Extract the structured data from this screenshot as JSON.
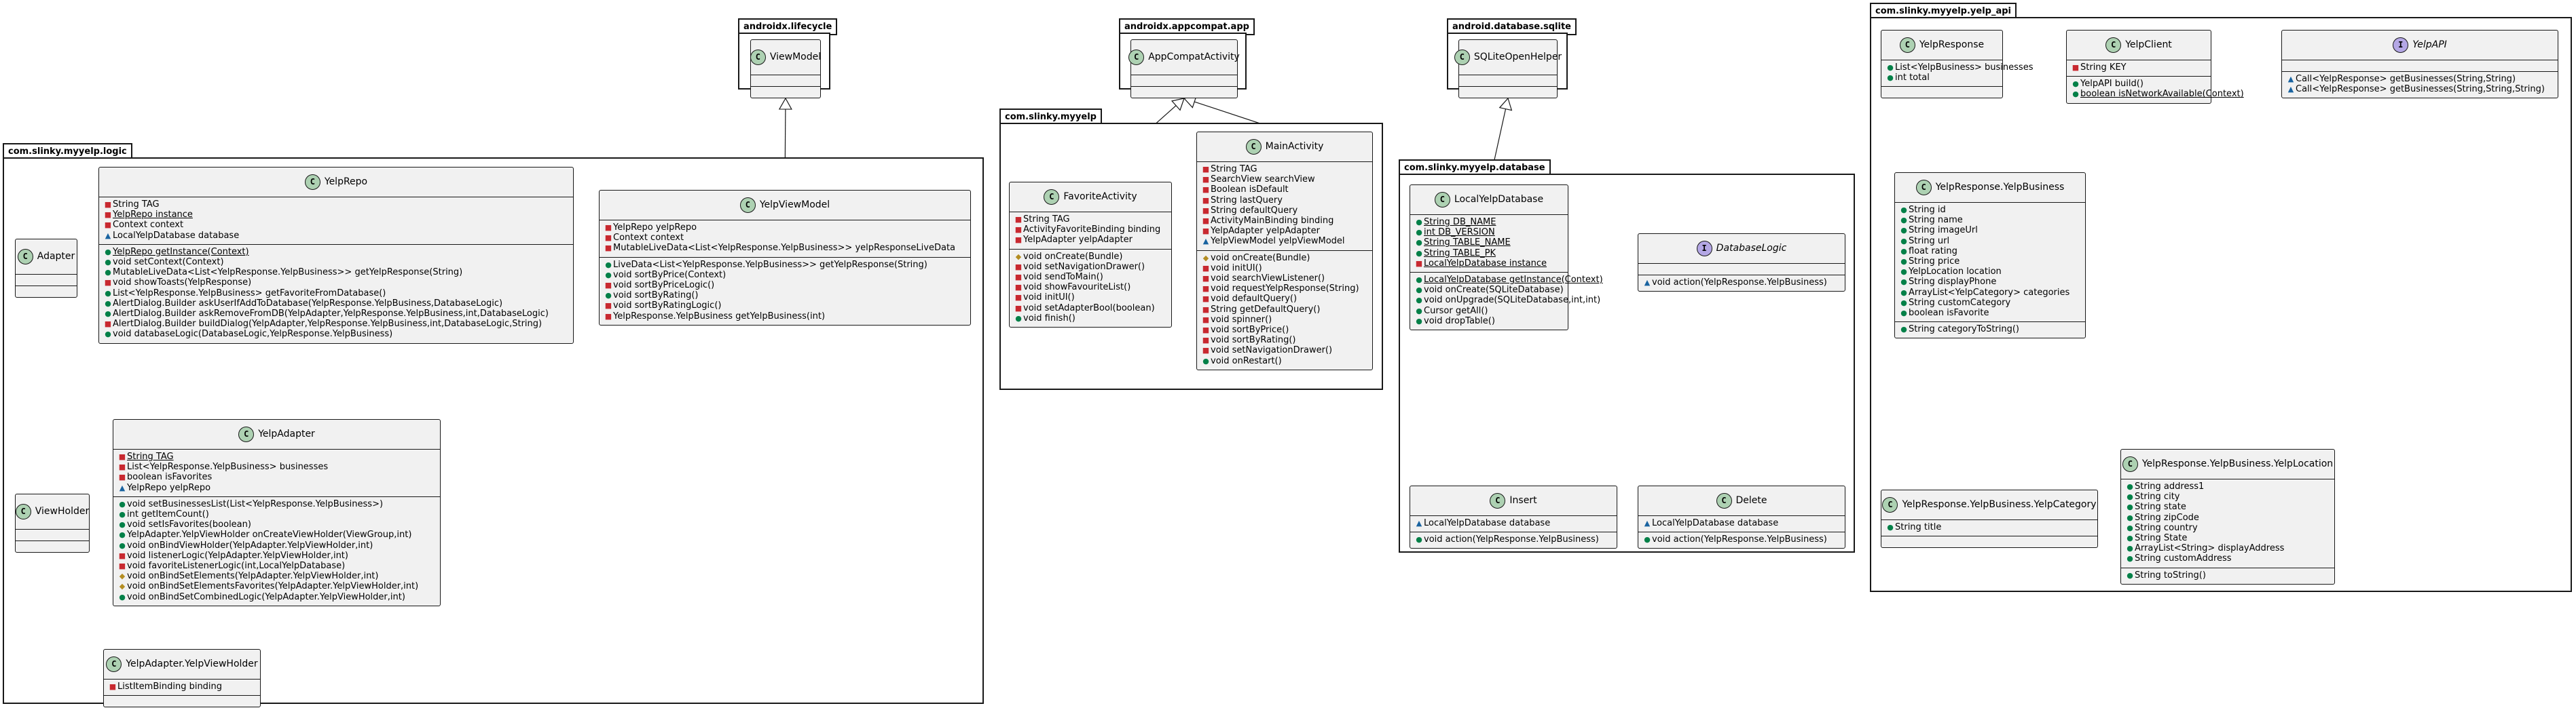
{
  "packages": {
    "androidx_lifecycle": "androidx.lifecycle",
    "androidx_appcompat": "androidx.appcompat.app",
    "android_database_sqlite": "android.database.sqlite",
    "yelp_api": "com.slinky.myyelp.yelp_api",
    "logic": "com.slinky.myyelp.logic",
    "myyelp": "com.slinky.myyelp",
    "database": "com.slinky.myyelp.database"
  },
  "classes": {
    "ViewModel": {
      "name": "ViewModel",
      "badge": "C",
      "fields": [],
      "methods": []
    },
    "AppCompatActivity": {
      "name": "AppCompatActivity",
      "badge": "C",
      "fields": [],
      "methods": []
    },
    "SQLiteOpenHelper": {
      "name": "SQLiteOpenHelper",
      "badge": "C",
      "fields": [],
      "methods": []
    },
    "Adapter": {
      "name": "Adapter",
      "badge": "C",
      "fields": [],
      "methods": []
    },
    "ViewHolder": {
      "name": "ViewHolder",
      "badge": "C",
      "fields": [],
      "methods": []
    },
    "YelpRepo": {
      "name": "YelpRepo",
      "badge": "C",
      "fields": [
        {
          "v": "-",
          "t": "String TAG"
        },
        {
          "v": "-",
          "t": "YelpRepo instance",
          "s": true
        },
        {
          "v": "-",
          "t": "Context context"
        },
        {
          "v": "~",
          "t": "LocalYelpDatabase database"
        }
      ],
      "methods": [
        {
          "v": "+",
          "t": "YelpRepo getInstance(Context)",
          "s": true
        },
        {
          "v": "+",
          "t": "void setContext(Context)"
        },
        {
          "v": "+",
          "t": "MutableLiveData<List<YelpResponse.YelpBusiness>> getYelpResponse(String)"
        },
        {
          "v": "-",
          "t": "void showToasts(YelpResponse)"
        },
        {
          "v": "+",
          "t": "List<YelpResponse.YelpBusiness> getFavoriteFromDatabase()"
        },
        {
          "v": "+",
          "t": "AlertDialog.Builder askUserIfAddToDatabase(YelpResponse.YelpBusiness,DatabaseLogic)"
        },
        {
          "v": "+",
          "t": "AlertDialog.Builder askRemoveFromDB(YelpAdapter,YelpResponse.YelpBusiness,int,DatabaseLogic)"
        },
        {
          "v": "-",
          "t": "AlertDialog.Builder buildDialog(YelpAdapter,YelpResponse.YelpBusiness,int,DatabaseLogic,String)"
        },
        {
          "v": "+",
          "t": "void databaseLogic(DatabaseLogic,YelpResponse.YelpBusiness)"
        }
      ]
    },
    "YelpViewModel": {
      "name": "YelpViewModel",
      "badge": "C",
      "fields": [
        {
          "v": "-",
          "t": "YelpRepo yelpRepo"
        },
        {
          "v": "-",
          "t": "Context context"
        },
        {
          "v": "-",
          "t": "MutableLiveData<List<YelpResponse.YelpBusiness>> yelpResponseLiveData"
        }
      ],
      "methods": [
        {
          "v": "+",
          "t": "LiveData<List<YelpResponse.YelpBusiness>> getYelpResponse(String)"
        },
        {
          "v": "+",
          "t": "void sortByPrice(Context)"
        },
        {
          "v": "-",
          "t": "void sortByPriceLogic()"
        },
        {
          "v": "+",
          "t": "void sortByRating()"
        },
        {
          "v": "-",
          "t": "void sortByRatingLogic()"
        },
        {
          "v": "-",
          "t": "YelpResponse.YelpBusiness getYelpBusiness(int)"
        }
      ]
    },
    "YelpAdapter": {
      "name": "YelpAdapter",
      "badge": "C",
      "fields": [
        {
          "v": "-",
          "t": "String TAG",
          "s": true
        },
        {
          "v": "-",
          "t": "List<YelpResponse.YelpBusiness> businesses"
        },
        {
          "v": "-",
          "t": "boolean isFavorites"
        },
        {
          "v": "~",
          "t": "YelpRepo yelpRepo"
        }
      ],
      "methods": [
        {
          "v": "+",
          "t": "void setBusinessesList(List<YelpResponse.YelpBusiness>)"
        },
        {
          "v": "+",
          "t": "int getItemCount()"
        },
        {
          "v": "+",
          "t": "void setIsFavorites(boolean)"
        },
        {
          "v": "+",
          "t": "YelpAdapter.YelpViewHolder onCreateViewHolder(ViewGroup,int)"
        },
        {
          "v": "+",
          "t": "void onBindViewHolder(YelpAdapter.YelpViewHolder,int)"
        },
        {
          "v": "-",
          "t": "void listenerLogic(YelpAdapter.YelpViewHolder,int)"
        },
        {
          "v": "-",
          "t": "void favoriteListenerLogic(int,LocalYelpDatabase)"
        },
        {
          "v": "#",
          "t": "void onBindSetElements(YelpAdapter.YelpViewHolder,int)"
        },
        {
          "v": "#",
          "t": "void onBindSetElementsFavorites(YelpAdapter.YelpViewHolder,int)"
        },
        {
          "v": "+",
          "t": "void onBindSetCombinedLogic(YelpAdapter.YelpViewHolder,int)"
        }
      ]
    },
    "YelpViewHolder": {
      "name": "YelpAdapter.YelpViewHolder",
      "badge": "C",
      "fields": [
        {
          "v": "-",
          "t": "ListItemBinding binding"
        }
      ],
      "methods": []
    },
    "FavoriteActivity": {
      "name": "FavoriteActivity",
      "badge": "C",
      "fields": [
        {
          "v": "-",
          "t": "String TAG"
        },
        {
          "v": "-",
          "t": "ActivityFavoriteBinding binding"
        },
        {
          "v": "-",
          "t": "YelpAdapter yelpAdapter"
        }
      ],
      "methods": [
        {
          "v": "#",
          "t": "void onCreate(Bundle)"
        },
        {
          "v": "-",
          "t": "void setNavigationDrawer()"
        },
        {
          "v": "-",
          "t": "void sendToMain()"
        },
        {
          "v": "-",
          "t": "void showFavouriteList()"
        },
        {
          "v": "-",
          "t": "void initUI()"
        },
        {
          "v": "-",
          "t": "void setAdapterBool(boolean)"
        },
        {
          "v": "+",
          "t": "void finish()"
        }
      ]
    },
    "MainActivity": {
      "name": "MainActivity",
      "badge": "C",
      "fields": [
        {
          "v": "-",
          "t": "String TAG"
        },
        {
          "v": "-",
          "t": "SearchView searchView"
        },
        {
          "v": "-",
          "t": "Boolean isDefault"
        },
        {
          "v": "-",
          "t": "String lastQuery"
        },
        {
          "v": "-",
          "t": "String defaultQuery"
        },
        {
          "v": "-",
          "t": "ActivityMainBinding binding"
        },
        {
          "v": "-",
          "t": "YelpAdapter yelpAdapter"
        },
        {
          "v": "~",
          "t": "YelpViewModel yelpViewModel"
        }
      ],
      "methods": [
        {
          "v": "#",
          "t": "void onCreate(Bundle)"
        },
        {
          "v": "-",
          "t": "void initUI()"
        },
        {
          "v": "-",
          "t": "void searchViewListener()"
        },
        {
          "v": "-",
          "t": "void requestYelpResponse(String)"
        },
        {
          "v": "-",
          "t": "void defaultQuery()"
        },
        {
          "v": "-",
          "t": "String getDefaultQuery()"
        },
        {
          "v": "-",
          "t": "void spinner()"
        },
        {
          "v": "-",
          "t": "void sortByPrice()"
        },
        {
          "v": "-",
          "t": "void sortByRating()"
        },
        {
          "v": "-",
          "t": "void setNavigationDrawer()"
        },
        {
          "v": "+",
          "t": "void onRestart()"
        }
      ]
    },
    "LocalYelpDatabase": {
      "name": "LocalYelpDatabase",
      "badge": "C",
      "fields": [
        {
          "v": "+",
          "t": "String DB_NAME",
          "s": true
        },
        {
          "v": "+",
          "t": "int DB_VERSION",
          "s": true
        },
        {
          "v": "+",
          "t": "String TABLE_NAME",
          "s": true
        },
        {
          "v": "+",
          "t": "String TABLE_PK",
          "s": true
        },
        {
          "v": "-",
          "t": "LocalYelpDatabase instance",
          "s": true
        }
      ],
      "methods": [
        {
          "v": "+",
          "t": "LocalYelpDatabase getInstance(Context)",
          "s": true
        },
        {
          "v": "+",
          "t": "void onCreate(SQLiteDatabase)"
        },
        {
          "v": "+",
          "t": "void onUpgrade(SQLiteDatabase,int,int)"
        },
        {
          "v": "+",
          "t": "Cursor getAll()"
        },
        {
          "v": "+",
          "t": "void dropTable()"
        }
      ]
    },
    "DatabaseLogic": {
      "name": "DatabaseLogic",
      "badge": "I",
      "italic": true,
      "fields": [],
      "methods": [
        {
          "v": "~",
          "t": "void action(YelpResponse.YelpBusiness)"
        }
      ]
    },
    "Insert": {
      "name": "Insert",
      "badge": "C",
      "fields": [
        {
          "v": "~",
          "t": "LocalYelpDatabase database"
        }
      ],
      "methods": [
        {
          "v": "+",
          "t": "void action(YelpResponse.YelpBusiness)"
        }
      ]
    },
    "Delete": {
      "name": "Delete",
      "badge": "C",
      "fields": [
        {
          "v": "~",
          "t": "LocalYelpDatabase database"
        }
      ],
      "methods": [
        {
          "v": "+",
          "t": "void action(YelpResponse.YelpBusiness)"
        }
      ]
    },
    "YelpResponse": {
      "name": "YelpResponse",
      "badge": "C",
      "fields": [
        {
          "v": "+",
          "t": "List<YelpBusiness> businesses"
        },
        {
          "v": "+",
          "t": "int total"
        }
      ],
      "methods": []
    },
    "YelpClient": {
      "name": "YelpClient",
      "badge": "C",
      "fields": [
        {
          "v": "-",
          "t": "String KEY"
        }
      ],
      "methods": [
        {
          "v": "+",
          "t": "YelpAPI build()"
        },
        {
          "v": "+",
          "t": "boolean isNetworkAvailable(Context)",
          "s": true
        }
      ]
    },
    "YelpAPI": {
      "name": "YelpAPI",
      "badge": "I",
      "italic": true,
      "fields": [],
      "methods": [
        {
          "v": "~",
          "t": "Call<YelpResponse> getBusinesses(String,String)"
        },
        {
          "v": "~",
          "t": "Call<YelpResponse> getBusinesses(String,String,String)"
        }
      ]
    },
    "YelpBusiness": {
      "name": "YelpResponse.YelpBusiness",
      "badge": "C",
      "fields": [
        {
          "v": "+",
          "t": "String id"
        },
        {
          "v": "+",
          "t": "String name"
        },
        {
          "v": "+",
          "t": "String imageUrl"
        },
        {
          "v": "+",
          "t": "String url"
        },
        {
          "v": "+",
          "t": "float rating"
        },
        {
          "v": "+",
          "t": "String price"
        },
        {
          "v": "+",
          "t": "YelpLocation location"
        },
        {
          "v": "+",
          "t": "String displayPhone"
        },
        {
          "v": "+",
          "t": "ArrayList<YelpCategory> categories"
        },
        {
          "v": "+",
          "t": "String customCategory"
        },
        {
          "v": "+",
          "t": "boolean isFavorite"
        }
      ],
      "methods": [
        {
          "v": "+",
          "t": "String categoryToString()"
        }
      ]
    },
    "YelpCategory": {
      "name": "YelpResponse.YelpBusiness.YelpCategory",
      "badge": "C",
      "fields": [
        {
          "v": "+",
          "t": "String title"
        }
      ],
      "methods": []
    },
    "YelpLocation": {
      "name": "YelpResponse.YelpBusiness.YelpLocation",
      "badge": "C",
      "fields": [
        {
          "v": "+",
          "t": "String address1"
        },
        {
          "v": "+",
          "t": "String city"
        },
        {
          "v": "+",
          "t": "String state"
        },
        {
          "v": "+",
          "t": "String zipCode"
        },
        {
          "v": "+",
          "t": "String country"
        },
        {
          "v": "+",
          "t": "String State"
        },
        {
          "v": "+",
          "t": "ArrayList<String> displayAddress"
        },
        {
          "v": "+",
          "t": "String customAddress"
        }
      ],
      "methods": [
        {
          "v": "+",
          "t": "String toString()"
        }
      ]
    }
  },
  "relations": [
    {
      "from": "YelpViewModel",
      "to": "ViewModel",
      "kind": "extends"
    },
    {
      "from": "FavoriteActivity",
      "to": "AppCompatActivity",
      "kind": "extends"
    },
    {
      "from": "MainActivity",
      "to": "AppCompatActivity",
      "kind": "extends"
    },
    {
      "from": "LocalYelpDatabase",
      "to": "SQLiteOpenHelper",
      "kind": "extends"
    },
    {
      "from": "YelpAdapter",
      "to": "Adapter",
      "kind": "extends"
    },
    {
      "from": "YelpViewHolder",
      "to": "ViewHolder",
      "kind": "extends"
    },
    {
      "from": "Insert",
      "to": "DatabaseLogic",
      "kind": "implements"
    },
    {
      "from": "Delete",
      "to": "DatabaseLogic",
      "kind": "implements"
    },
    {
      "from": "YelpViewHolder",
      "to": "YelpAdapter",
      "kind": "nested"
    },
    {
      "from": "YelpBusiness",
      "to": "YelpResponse",
      "kind": "nested"
    },
    {
      "from": "YelpCategory",
      "to": "YelpBusiness",
      "kind": "nested"
    },
    {
      "from": "YelpLocation",
      "to": "YelpBusiness",
      "kind": "nested"
    }
  ],
  "colors": {
    "class_fill": "#f1f1f1",
    "class_badge": "#add1b2",
    "interface_badge": "#b4a7e5",
    "public": "#038048",
    "private": "#c82930",
    "protected": "#b38d22",
    "package": "#1963a0"
  }
}
